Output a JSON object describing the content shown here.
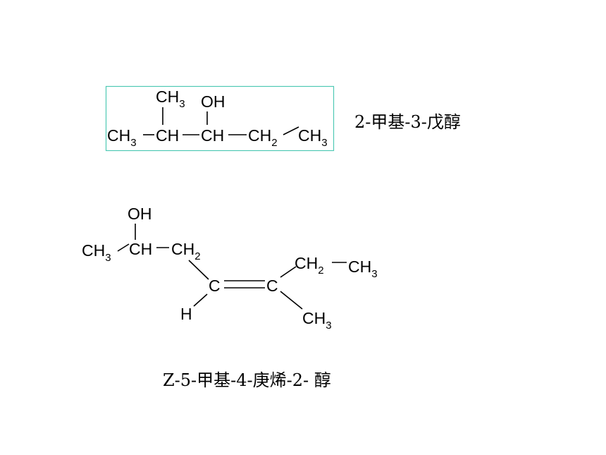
{
  "molecule1": {
    "atoms": {
      "ch3_top": {
        "base": "CH",
        "sub": "3"
      },
      "oh": {
        "base": "OH",
        "sub": ""
      },
      "ch3_left": {
        "base": "CH",
        "sub": "3"
      },
      "ch_a": {
        "base": "CH",
        "sub": ""
      },
      "ch_b": {
        "base": "CH",
        "sub": ""
      },
      "ch2": {
        "base": "CH",
        "sub": "2"
      },
      "ch3_right": {
        "base": "CH",
        "sub": "3"
      }
    },
    "name": "2-甲基-3-戊醇"
  },
  "molecule2": {
    "atoms": {
      "oh": {
        "base": "OH",
        "sub": ""
      },
      "ch3_left": {
        "base": "CH",
        "sub": "3"
      },
      "ch": {
        "base": "CH",
        "sub": ""
      },
      "ch2_a": {
        "base": "CH",
        "sub": "2"
      },
      "c1": {
        "base": "C",
        "sub": ""
      },
      "c2": {
        "base": "C",
        "sub": ""
      },
      "h": {
        "base": "H",
        "sub": ""
      },
      "ch2_b": {
        "base": "CH",
        "sub": "2"
      },
      "ch3_right": {
        "base": "CH",
        "sub": "3"
      },
      "ch3_bottom": {
        "base": "CH",
        "sub": "3"
      }
    },
    "name": "Z-5-甲基-4-庚烯-2- 醇"
  },
  "colors": {
    "highlight_frame": "#4fc9b4",
    "ink": "#000000",
    "background": "#ffffff"
  }
}
